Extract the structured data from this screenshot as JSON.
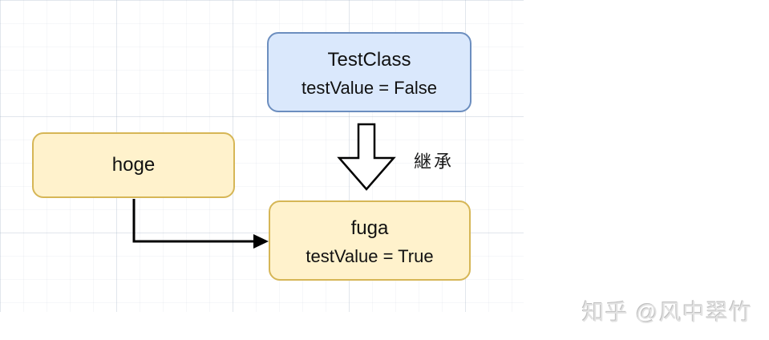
{
  "nodes": {
    "testclass": {
      "title": "TestClass",
      "attribute": "testValue = False"
    },
    "hoge": {
      "title": "hoge"
    },
    "fuga": {
      "title": "fuga",
      "attribute": "testValue = True"
    }
  },
  "labels": {
    "inheritance": "継承"
  },
  "watermark": {
    "text": "知乎 @风中翠竹"
  },
  "colors": {
    "class_fill": "#dae8fc",
    "class_border": "#6c8ebf",
    "instance_fill": "#fff2cc",
    "instance_border": "#d6b656",
    "arrow": "#000000",
    "inheritance_arrow_fill": "#ffffff",
    "watermark_gray": "#e2e2e2"
  }
}
